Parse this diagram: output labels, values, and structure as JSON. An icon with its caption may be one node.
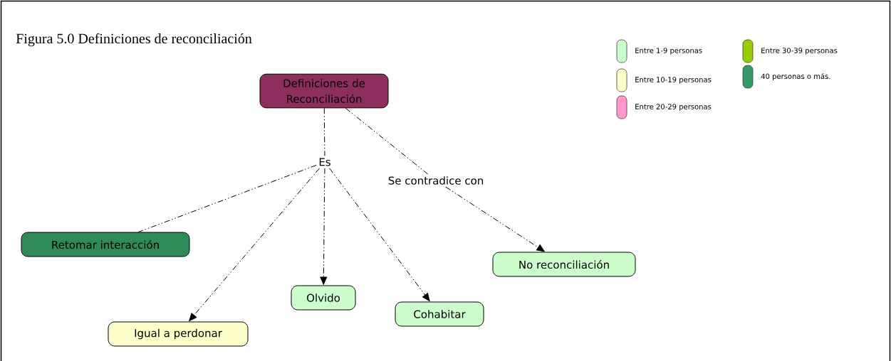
{
  "diagram": {
    "title": "Figura 5.0 Definiciones de reconciliación",
    "nodes": [
      {
        "text": [
          "Definiciones de Reconciliación"
        ]
      },
      {
        "text": [
          "Es"
        ]
      },
      {
        "text": [
          "Se contradice con"
        ]
      },
      {
        "text": [
          "Retomar interacción"
        ]
      },
      {
        "text": [
          "Igual a perdonar"
        ]
      },
      {
        "text": [
          "Olvido"
        ]
      },
      {
        "text": [
          "Cohabitar"
        ]
      },
      {
        "text": [
          "No reconciliación"
        ]
      }
    ],
    "edges": [
      {
        "from": 0,
        "to": 1,
        "arrow": "none",
        "style": "dashed"
      },
      {
        "from": 1,
        "to": 3,
        "arrow": "none",
        "style": "dashed"
      },
      {
        "from": 1,
        "to": 4,
        "arrow": "to",
        "style": "dashed"
      },
      {
        "from": 1,
        "to": 5,
        "arrow": "to",
        "style": "dashed"
      },
      {
        "from": 1,
        "to": 6,
        "arrow": "to",
        "style": "dashed"
      },
      {
        "from": 0,
        "to": 2,
        "arrow": "none",
        "style": "dashed"
      },
      {
        "from": 2,
        "to": 7,
        "arrow": "to",
        "style": "dashed"
      }
    ],
    "legend": [
      {
        "text": "Entre 1-9 personas",
        "color": "#ccffcc"
      },
      {
        "text": "Entre 10-19 personas",
        "color": "#ffffcc"
      },
      {
        "text": "Entre 20-29 personas",
        "color": "#ff99cc"
      },
      {
        "text": "Entre 30-39 personas",
        "color": "#99cc00"
      },
      {
        "text": "40 personas o más.",
        "color": "#339966"
      }
    ]
  }
}
